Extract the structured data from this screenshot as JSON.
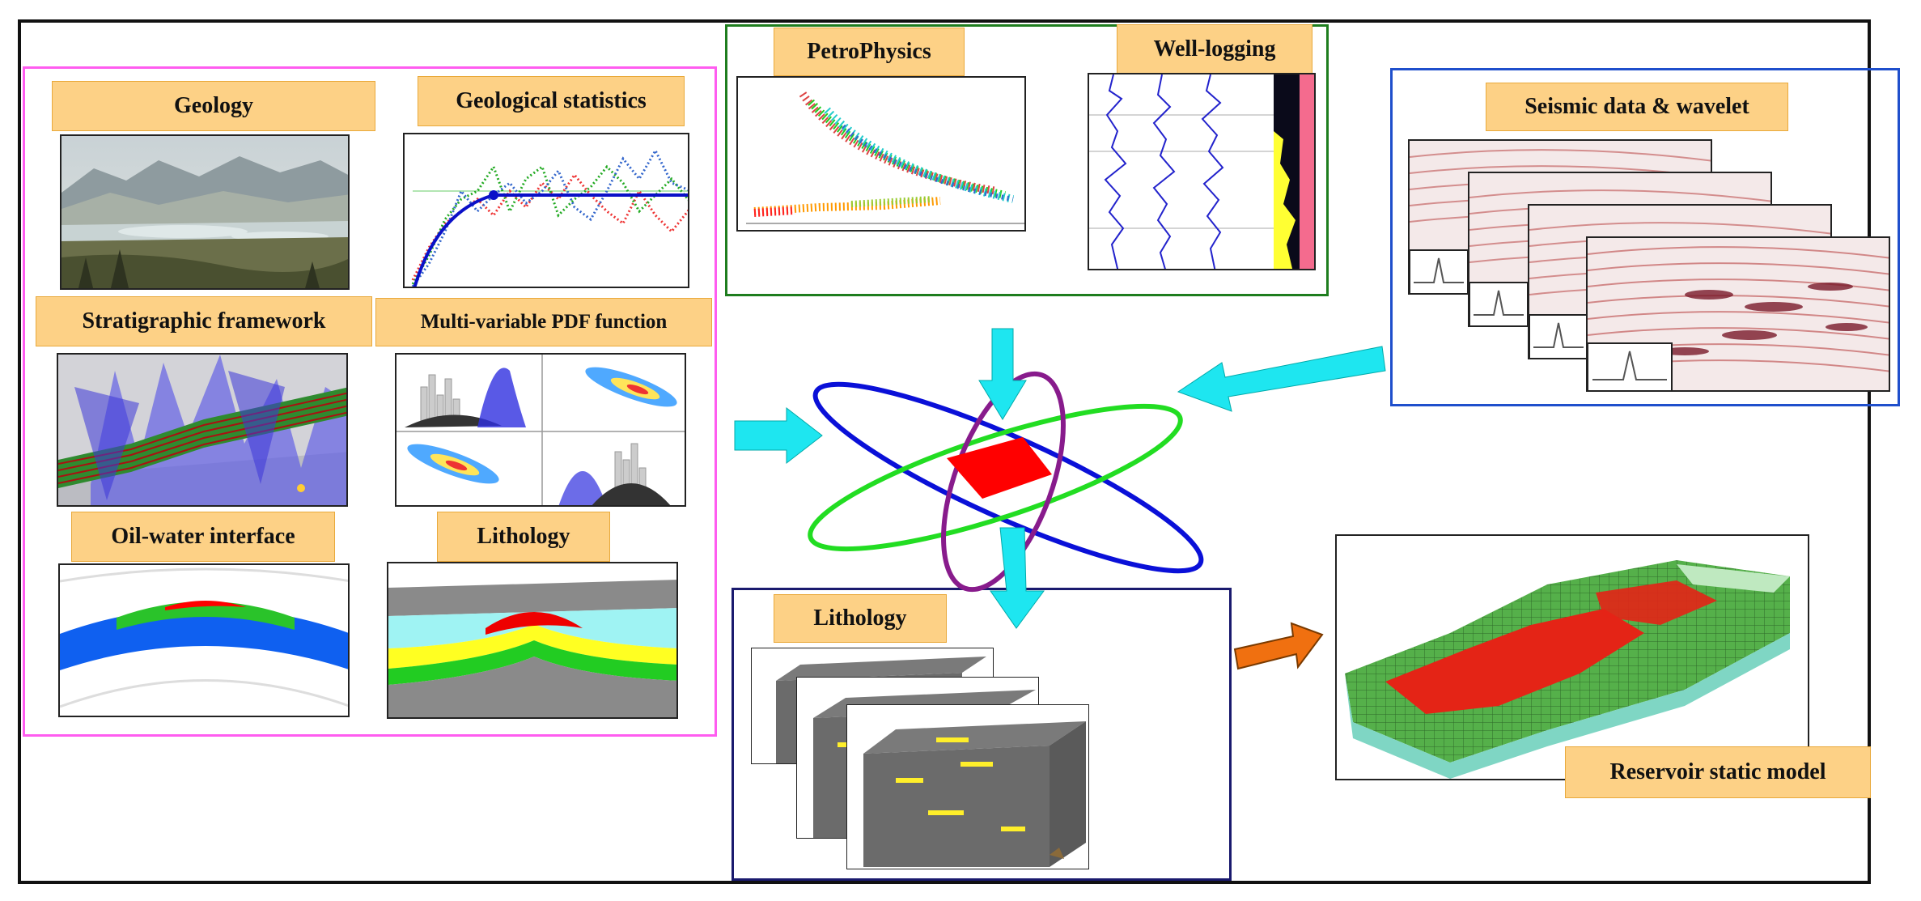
{
  "labels": {
    "geology": "Geology",
    "geo_stats": "Geological statistics",
    "strat": "Stratigraphic framework",
    "pdf": "Multi-variable PDF function",
    "oil_water": "Oil-water interface",
    "lithology_left": "Lithology",
    "petrophysics": "PetroPhysics",
    "well_logging": "Well-logging",
    "seismic": "Seismic data & wavelet",
    "lithology_bottom": "Lithology",
    "reservoir": "Reservoir static model"
  },
  "colors": {
    "label_fill": "#fdd186",
    "label_border": "#e9a93b",
    "panel_magenta": "#ff5cf0",
    "panel_green": "#1e7d1e",
    "panel_blue": "#1f4fcc",
    "panel_navy": "#1a1a6e",
    "arrow_cyan": "#1ee6f0",
    "arrow_orange": "#f07010",
    "core_red": "#ff0000",
    "ellipse_blue": "#0a10d8",
    "ellipse_green": "#22dd22",
    "ellipse_purple": "#881b8c"
  }
}
